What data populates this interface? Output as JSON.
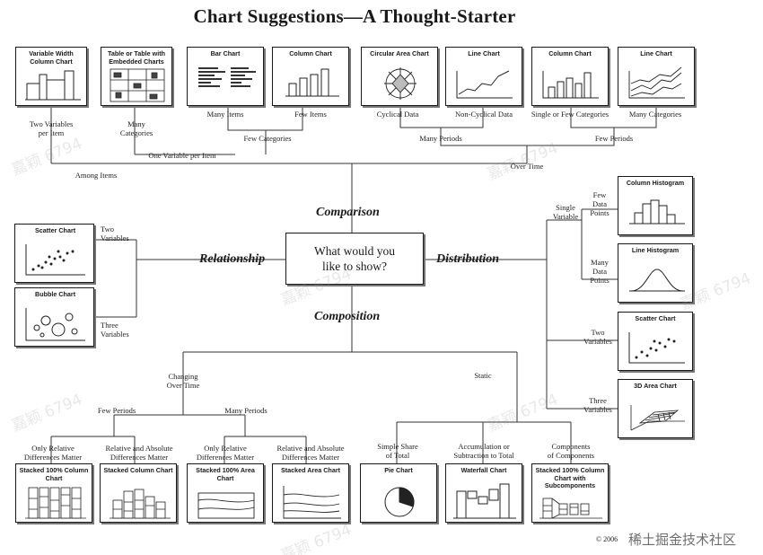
{
  "title": "Chart Suggestions—A Thought-Starter",
  "center_question": "What would you\nlike to show?",
  "hubs": {
    "comparison": "Comparison",
    "relationship": "Relationship",
    "distribution": "Distribution",
    "composition": "Composition"
  },
  "charts": {
    "variable_width_column": "Variable Width Column Chart",
    "table_embedded": "Table or Table with Embedded Charts",
    "bar": "Bar Chart",
    "column_few": "Column Chart",
    "circular_area": "Circular Area Chart",
    "line_noncyclical": "Line Chart",
    "column_periods": "Column Chart",
    "line_many": "Line Chart",
    "scatter_two": "Scatter Chart",
    "bubble": "Bubble Chart",
    "column_histogram": "Column Histogram",
    "line_histogram": "Line Histogram",
    "scatter_dist": "Scatter Chart",
    "area_3d": "3D Area Chart",
    "stacked_100_column": "Stacked 100% Column Chart",
    "stacked_column": "Stacked Column Chart",
    "stacked_100_area": "Stacked 100% Area Chart",
    "stacked_area": "Stacked Area Chart",
    "pie": "Pie Chart",
    "waterfall": "Waterfall Chart",
    "stacked_100_subcomponents": "Stacked 100% Column Chart with Subcomponents"
  },
  "labels": {
    "two_vars_per_item": "Two Variables\nper Item",
    "many_categories_left": "Many\nCategories",
    "many_items": "Many Items",
    "few_items": "Few Items",
    "cyclical_data": "Cyclical Data",
    "non_cyclical_data": "Non-Cyclical Data",
    "single_few_categories": "Single or Few Categories",
    "many_categories_right": "Many Categories",
    "few_categories": "Few Categories",
    "one_var_per_item": "One Variable per Item",
    "many_periods_top": "Many Periods",
    "few_periods_top": "Few Periods",
    "among_items": "Among Items",
    "over_time": "Over Time",
    "two_variables_rel": "Two\nVariables",
    "three_variables_rel": "Three\nVariables",
    "single_variable": "Single\nVariable",
    "few_data_points": "Few\nData\nPoints",
    "many_data_points": "Many\nData\nPoints",
    "two_variables_dist": "Two\nVariables",
    "three_variables_dist": "Three\nVariables",
    "changing_over_time": "Changing\nOver Time",
    "static": "Static",
    "few_periods_comp": "Few Periods",
    "many_periods_comp": "Many Periods",
    "only_relative_1": "Only Relative\nDifferences Matter",
    "relative_absolute_1": "Relative and Absolute\nDifferences Matter",
    "only_relative_2": "Only Relative\nDifferences Matter",
    "relative_absolute_2": "Relative and Absolute\nDifferences Matter",
    "simple_share": "Simple Share\nof Total",
    "accumulation": "Accumulation or\nSubtraction to Total",
    "components": "Components\nof Components"
  },
  "footer": "© 2006",
  "watermark_corner": "稀土掘金技术社区",
  "watermark": "嘉颖 6794"
}
